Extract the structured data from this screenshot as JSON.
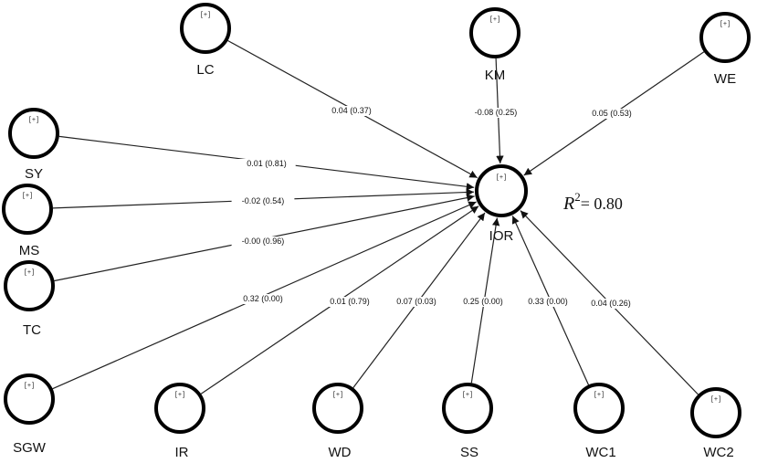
{
  "diagram": {
    "expand_marker": "[+]",
    "target": {
      "id": "IOR",
      "label": "IOR"
    },
    "r_squared": {
      "symbol": "R",
      "exponent": "2",
      "value_text": "= 0.80"
    },
    "nodes": [
      {
        "id": "LC",
        "label": "LC"
      },
      {
        "id": "KM",
        "label": "KM"
      },
      {
        "id": "WE",
        "label": "WE"
      },
      {
        "id": "SY",
        "label": "SY"
      },
      {
        "id": "MS",
        "label": "MS"
      },
      {
        "id": "TC",
        "label": "TC"
      },
      {
        "id": "SGW",
        "label": "SGW"
      },
      {
        "id": "IR",
        "label": "IR"
      },
      {
        "id": "WD",
        "label": "WD"
      },
      {
        "id": "SS",
        "label": "SS"
      },
      {
        "id": "WC1",
        "label": "WC1"
      },
      {
        "id": "WC2",
        "label": "WC2"
      }
    ],
    "paths": [
      {
        "from": "LC",
        "label": "0.04 (0.37)"
      },
      {
        "from": "KM",
        "label": "-0.08 (0.25)"
      },
      {
        "from": "WE",
        "label": "0.05 (0.53)"
      },
      {
        "from": "SY",
        "label": "0.01 (0.81)"
      },
      {
        "from": "MS",
        "label": "-0.02 (0.54)"
      },
      {
        "from": "TC",
        "label": "-0.00 (0.96)"
      },
      {
        "from": "SGW",
        "label": "0.32 (0.00)"
      },
      {
        "from": "IR",
        "label": "0.01 (0.79)"
      },
      {
        "from": "WD",
        "label": "0.07 (0.03)"
      },
      {
        "from": "SS",
        "label": "0.25 (0.00)"
      },
      {
        "from": "WC1",
        "label": "0.33 (0.00)"
      },
      {
        "from": "WC2",
        "label": "0.04 (0.26)"
      }
    ]
  }
}
